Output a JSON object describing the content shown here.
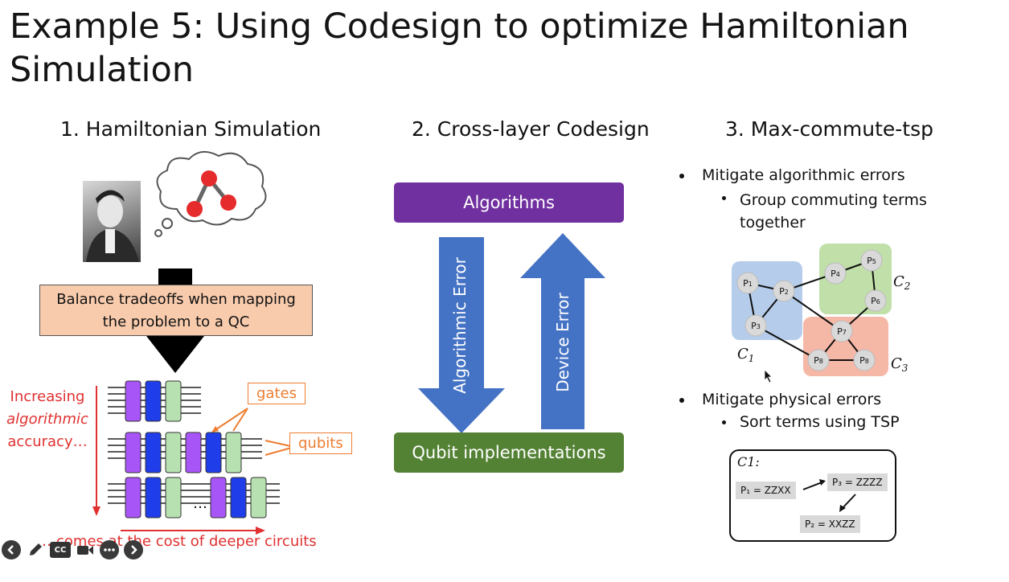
{
  "slide": {
    "title_line1": "Example 5: Using Codesign to optimize Hamiltonian",
    "title_line2": "Simulation"
  },
  "col1": {
    "heading": "1. Hamiltonian Simulation",
    "balance_line1": "Balance tradeoffs when mapping",
    "balance_line2": "the problem to a QC",
    "increasing": "Increasing",
    "algorithmic": "algorithmic",
    "accuracy": "accuracy…",
    "gates_label": "gates",
    "qubits_label": "qubits",
    "ellipsis": "…",
    "cost_text": "…comes at the cost of deeper circuits"
  },
  "col2": {
    "heading": "2. Cross-layer Codesign",
    "algorithms": "Algorithms",
    "algorithmic_error": "Algorithmic Error",
    "device_error": "Device Error",
    "qubit_impl": "Qubit implementations"
  },
  "col3": {
    "heading": "3. Max-commute-tsp",
    "bullet1": "Mitigate algorithmic errors",
    "sub1_line1": "Group commuting terms",
    "sub1_line2": "together",
    "bullet2": "Mitigate physical errors",
    "sub2": "Sort terms using TSP",
    "graph": {
      "nodes": [
        "P1",
        "P2",
        "P3",
        "P4",
        "P5",
        "P6",
        "P7",
        "P8",
        "P8"
      ],
      "clusters": [
        "C1",
        "C2",
        "C3"
      ]
    },
    "tsp": {
      "cluster": "C1:",
      "box1": "P₁ = ZZXX",
      "box2": "P₃ = ZZZZ",
      "box3": "P₂ = XXZZ"
    }
  },
  "colors": {
    "purple": "#7030a0",
    "green": "#548235",
    "blue_arrow": "#4472c4",
    "red": "#e03030",
    "orange": "#ed7d31",
    "salmon": "#f8cbad"
  },
  "toolbar": {
    "icons": [
      "back-icon",
      "pen-icon",
      "cc-icon",
      "camera-icon",
      "more-icon",
      "forward-icon"
    ]
  }
}
